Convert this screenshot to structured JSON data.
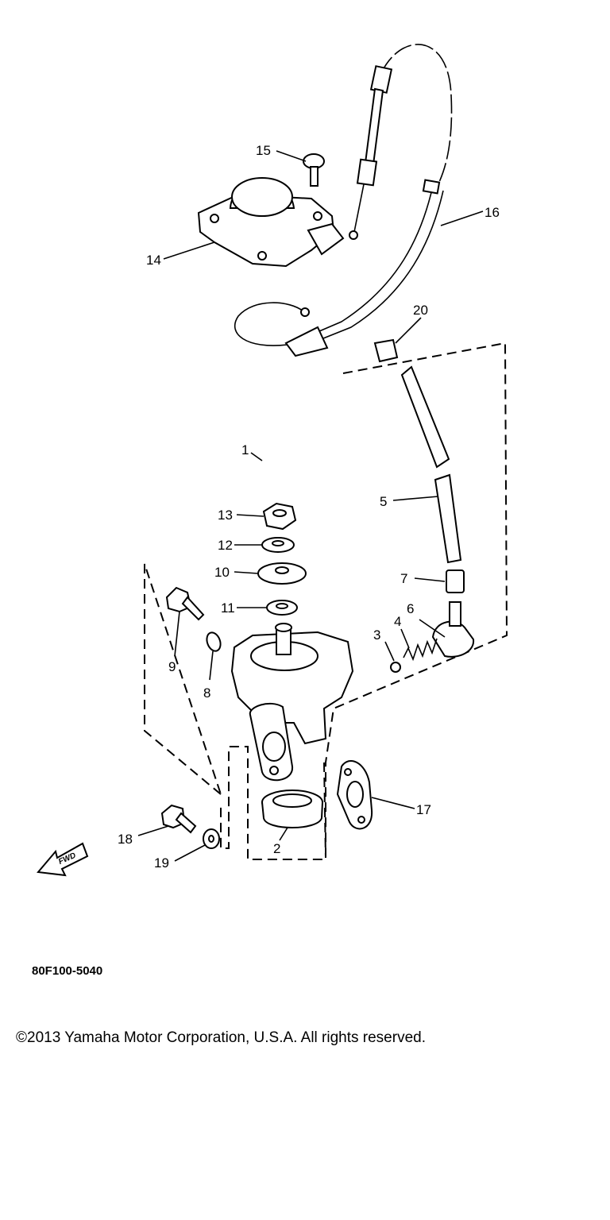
{
  "diagram": {
    "parts": [
      {
        "id": "1",
        "label": "1"
      },
      {
        "id": "2",
        "label": "2"
      },
      {
        "id": "3",
        "label": "3"
      },
      {
        "id": "4",
        "label": "4"
      },
      {
        "id": "5",
        "label": "5"
      },
      {
        "id": "6",
        "label": "6"
      },
      {
        "id": "7",
        "label": "7"
      },
      {
        "id": "8",
        "label": "8"
      },
      {
        "id": "9",
        "label": "9"
      },
      {
        "id": "10",
        "label": "10"
      },
      {
        "id": "11",
        "label": "11"
      },
      {
        "id": "12",
        "label": "12"
      },
      {
        "id": "13",
        "label": "13"
      },
      {
        "id": "14",
        "label": "14"
      },
      {
        "id": "15",
        "label": "15"
      },
      {
        "id": "16",
        "label": "16"
      },
      {
        "id": "17",
        "label": "17"
      },
      {
        "id": "18",
        "label": "18"
      },
      {
        "id": "19",
        "label": "19"
      },
      {
        "id": "20",
        "label": "20"
      }
    ],
    "fwd_label": "FWD",
    "diagram_code": "80F100-5040",
    "copyright": "©2013 Yamaha Motor Corporation, U.S.A. All rights reserved."
  }
}
